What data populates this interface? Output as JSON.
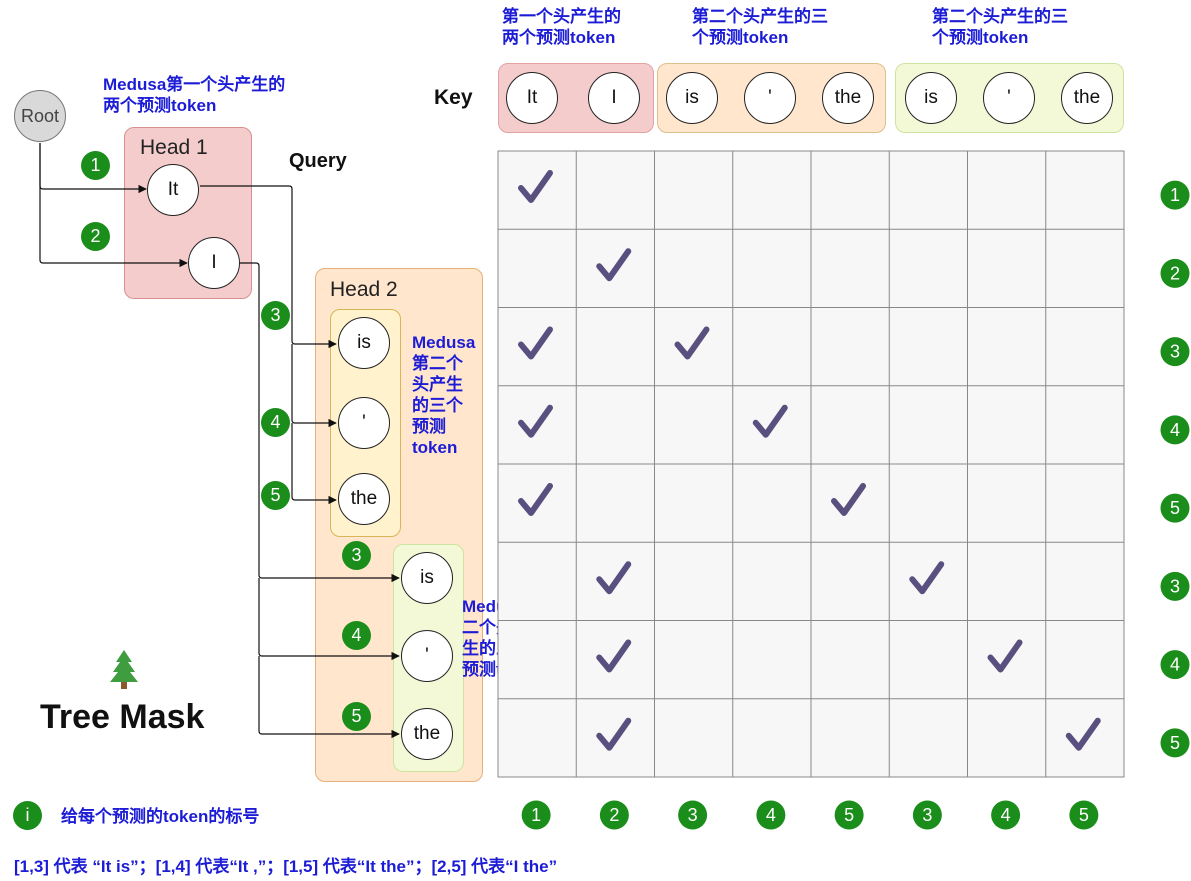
{
  "top_labels": {
    "head1": "第一个头产生的\n两个预测token",
    "head2_a": "第二个头产生的三\n个预测token",
    "head2_b": "第二个头产生的三\n个预测token"
  },
  "key_label": "Key",
  "query_label": "Query",
  "key_tokens": [
    "It",
    "I",
    "is",
    "'",
    "the",
    "is",
    "'",
    "the"
  ],
  "key_groups": [
    {
      "name": "head1-group",
      "color": "#f4cccc",
      "border": "#e3a3a3"
    },
    {
      "name": "head2a-group",
      "color": "#ffe6cc",
      "border": "#dcc08e"
    },
    {
      "name": "head2b-group",
      "color": "#f3f9d6",
      "border": "#cfe3a0"
    }
  ],
  "tree": {
    "root_label": "Root",
    "head1_title": "Head 1",
    "head2_title": "Head 2",
    "head1_note": "Medusa第一个头产生的\n两个预测token",
    "head2a_note": "Medusa\n第二个\n头产生\n的三个\n预测\ntoken",
    "head2b_note": "Medusa第\n二个头产\n生的三个\n预测token",
    "head1_tokens": [
      "It",
      "I"
    ],
    "head2a_tokens": [
      "is",
      "'",
      "the"
    ],
    "head2b_tokens": [
      "is",
      "'",
      "the"
    ],
    "badges": [
      "1",
      "2",
      "3",
      "4",
      "5",
      "3",
      "4",
      "5"
    ]
  },
  "matrix": {
    "rows": 8,
    "cols": 8,
    "checks": [
      [
        0,
        0
      ],
      [
        1,
        1
      ],
      [
        2,
        0
      ],
      [
        2,
        2
      ],
      [
        3,
        0
      ],
      [
        3,
        3
      ],
      [
        4,
        0
      ],
      [
        4,
        4
      ],
      [
        5,
        1
      ],
      [
        5,
        5
      ],
      [
        6,
        1
      ],
      [
        6,
        6
      ],
      [
        7,
        1
      ],
      [
        7,
        7
      ]
    ],
    "row_badges": [
      "1",
      "2",
      "3",
      "4",
      "5",
      "3",
      "4",
      "5"
    ],
    "col_badges": [
      "1",
      "2",
      "3",
      "4",
      "5",
      "3",
      "4",
      "5"
    ],
    "check_color": "#5a5080"
  },
  "title": "Tree Mask",
  "legend_badge": "i",
  "legend_text": "给每个预测的token的标号",
  "footer": "[1,3] 代表 “It is”；[1,4] 代表“It ,”；[1,5] 代表“It the”；[2,5] 代表“I the”",
  "colors": {
    "blue_text": "#1c1cd6",
    "badge_green": "#1a8d1a",
    "head1_fill": "#f4cccc",
    "head2_fill": "#ffe6cc",
    "subgroup_b_fill": "#f3f9d6"
  }
}
